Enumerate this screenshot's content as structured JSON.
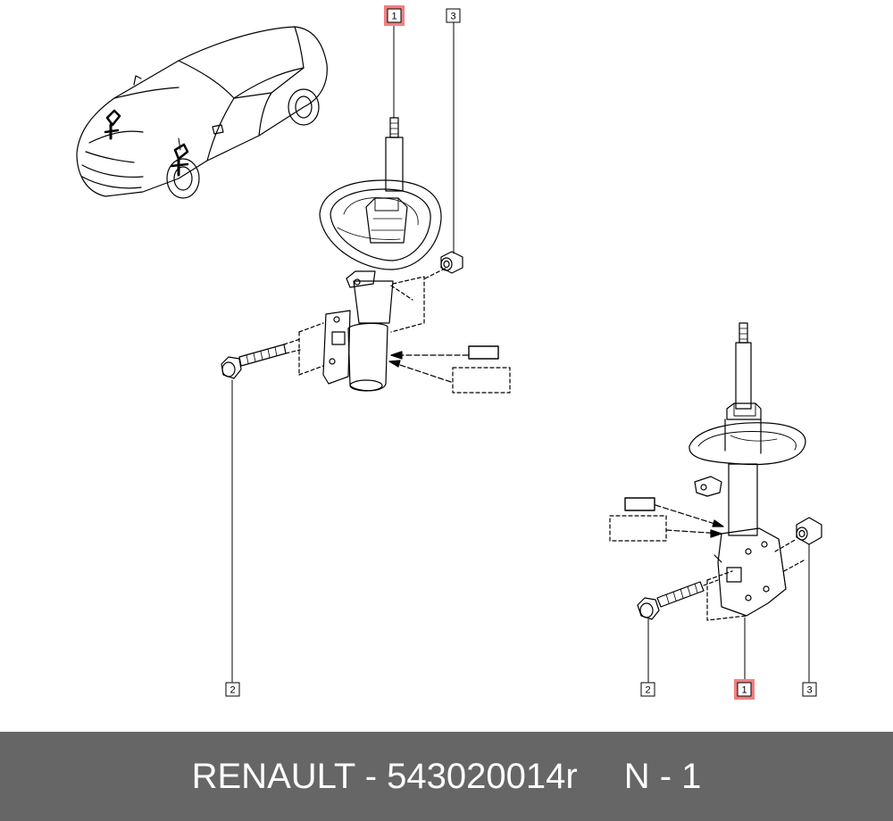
{
  "callouts": [
    {
      "id": "callout-1-top",
      "label": "1",
      "highlight": true
    },
    {
      "id": "callout-3-top",
      "label": "3",
      "highlight": false
    },
    {
      "id": "callout-2-left",
      "label": "2",
      "highlight": false
    },
    {
      "id": "callout-2-right",
      "label": "2",
      "highlight": false
    },
    {
      "id": "callout-1-bottom",
      "label": "1",
      "highlight": true
    },
    {
      "id": "callout-3-bottom",
      "label": "3",
      "highlight": false
    }
  ],
  "colors": {
    "highlight_fill": "#f08080",
    "highlight_stroke": "#d04040",
    "line": "#000000",
    "footer_bg": "#666666",
    "footer_text": "#ffffff"
  },
  "footer": {
    "brand_part": "RENAULT - 543020014r",
    "position": "N - 1"
  }
}
